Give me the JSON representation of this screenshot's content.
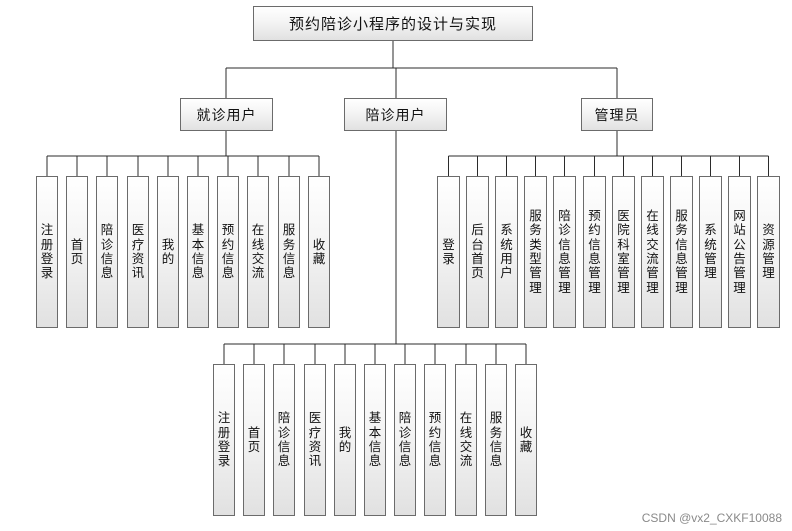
{
  "root": {
    "label": "预约陪诊小程序的设计与实现"
  },
  "categories": [
    {
      "label": "就诊用户",
      "items": [
        "注册登录",
        "首页",
        "陪诊信息",
        "医疗资讯",
        "我的",
        "基本信息",
        "预约信息",
        "在线交流",
        "服务信息",
        "收藏"
      ]
    },
    {
      "label": "陪诊用户",
      "items": [
        "注册登录",
        "首页",
        "陪诊信息",
        "医疗资讯",
        "我的",
        "基本信息",
        "陪诊信息",
        "预约信息",
        "在线交流",
        "服务信息",
        "收藏"
      ]
    },
    {
      "label": "管理员",
      "items": [
        "登录",
        "后台首页",
        "系统用户",
        "服务类型管理",
        "陪诊信息管理",
        "预约信息管理",
        "医院科室管理",
        "在线交流管理",
        "服务信息管理",
        "系统管理",
        "网站公告管理",
        "资源管理"
      ]
    }
  ],
  "watermark": "CSDN @vx2_CXKF10088",
  "colors": {
    "line": "#2b2b2b",
    "border": "#6b6b6b",
    "box_top": "#ffffff",
    "box_bottom": "#e1e1e1"
  }
}
